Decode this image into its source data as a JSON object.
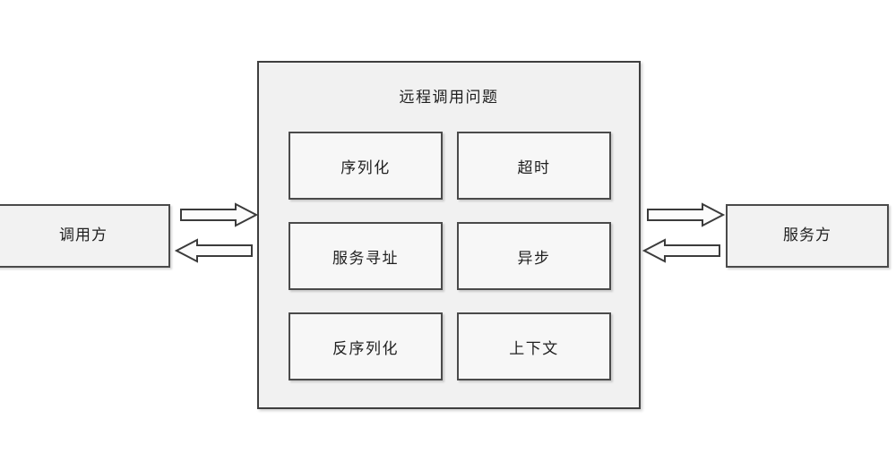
{
  "diagram": {
    "type": "block-diagram",
    "title_text": "远程调用问题",
    "caller": {
      "label": "调用方"
    },
    "service": {
      "label": "服务方"
    },
    "problems": [
      {
        "label": "序列化"
      },
      {
        "label": "超时"
      },
      {
        "label": "服务寻址"
      },
      {
        "label": "异步"
      },
      {
        "label": "反序列化"
      },
      {
        "label": "上下文"
      }
    ],
    "arrows": [
      {
        "name": "caller-to-container",
        "direction": "right"
      },
      {
        "name": "container-to-caller",
        "direction": "left"
      },
      {
        "name": "container-to-service",
        "direction": "right"
      },
      {
        "name": "service-to-container",
        "direction": "left"
      }
    ],
    "colors": {
      "page_background": "#ffffff",
      "container_fill": "#f1f1f1",
      "box_fill": "#f7f7f7",
      "endpoint_fill": "#f2f2f2",
      "border": "#4a4a4a",
      "text": "#1f1f1f",
      "arrow_fill": "#fbfbfb",
      "arrow_stroke": "#3b3b3b"
    }
  }
}
